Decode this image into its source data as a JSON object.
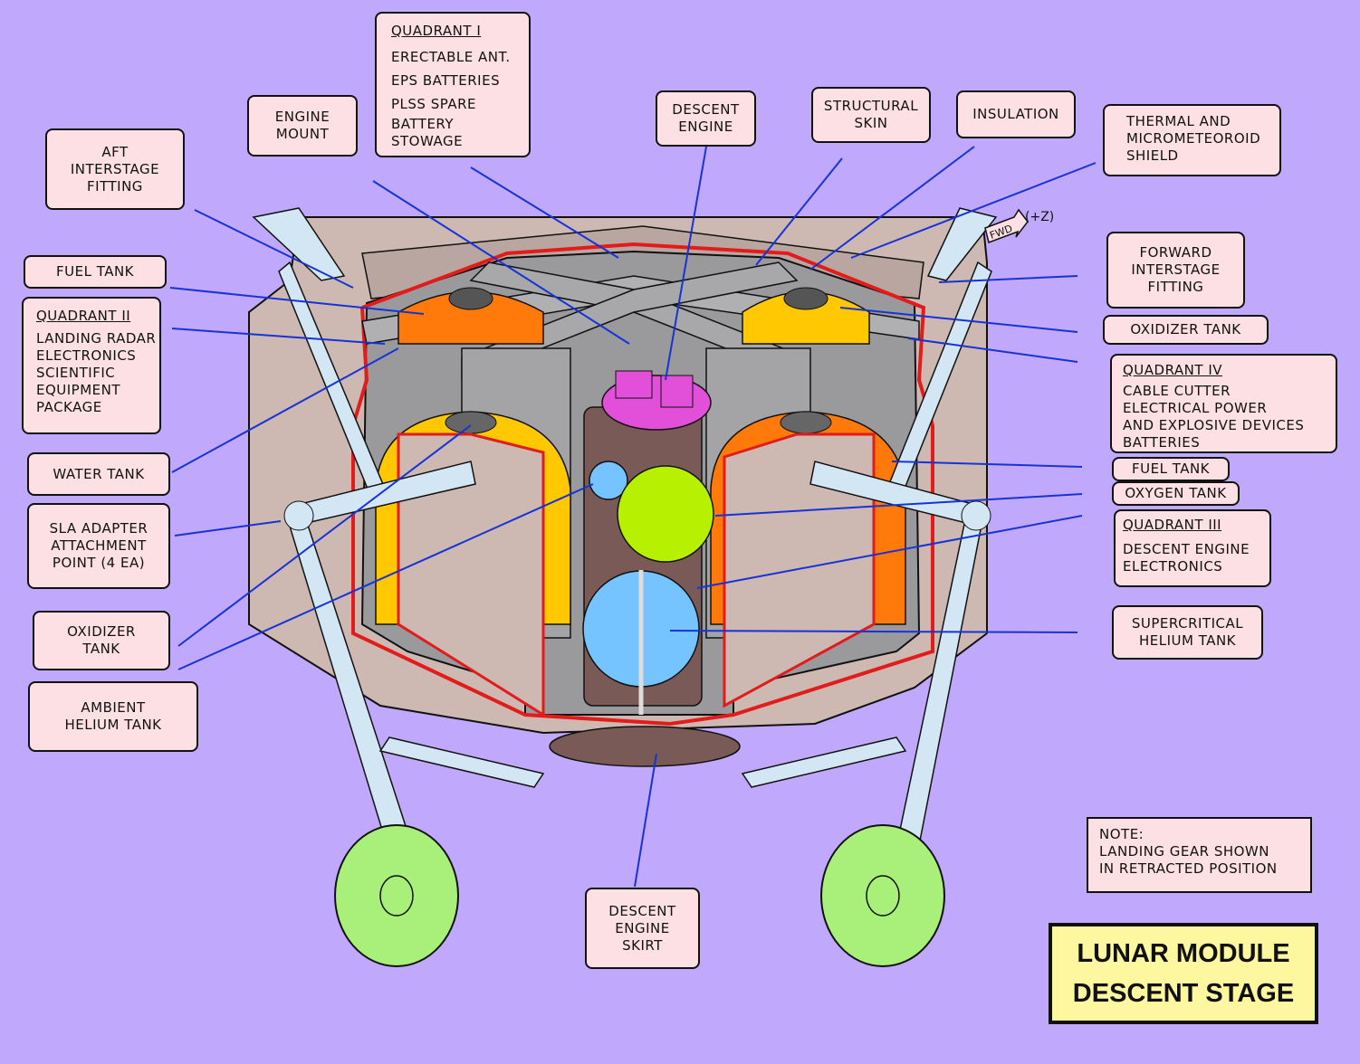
{
  "title": {
    "line1": "LUNAR MODULE",
    "line2": "DESCENT STAGE"
  },
  "fwd_marker": {
    "arrow_text": "FWD",
    "axis_text": "(+Z)"
  },
  "note": {
    "lines": [
      "NOTE:",
      "LANDING GEAR SHOWN",
      "IN RETRACTED POSITION"
    ]
  },
  "labels": {
    "aft_interstage_fitting": [
      "AFT",
      "INTERSTAGE",
      "FITTING"
    ],
    "engine_mount": [
      "ENGINE",
      "MOUNT"
    ],
    "quadrant_1": {
      "head": "QUADRANT  I",
      "lines": [
        "ERECTABLE ANT.",
        "EPS BATTERIES",
        "PLSS SPARE",
        "BATTERY",
        "STOWAGE"
      ]
    },
    "descent_engine": [
      "DESCENT",
      "ENGINE"
    ],
    "structural_skin": [
      "STRUCTURAL",
      "SKIN"
    ],
    "insulation": [
      "INSULATION"
    ],
    "thermal_shield": [
      "THERMAL  AND",
      "MICROMETEOROID",
      "SHIELD"
    ],
    "fuel_tank_left": [
      "FUEL TANK"
    ],
    "quadrant_2": {
      "head": "QUADRANT II",
      "lines": [
        "LANDING RADAR",
        "ELECTRONICS",
        "SCIENTIFIC",
        "EQUIPMENT",
        "PACKAGE"
      ]
    },
    "water_tank": [
      "WATER TANK"
    ],
    "sla_adapter": [
      "SLA ADAPTER",
      "ATTACHMENT",
      "POINT (4 EA)"
    ],
    "oxidizer_tank_left": [
      "OXIDIZER",
      "TANK"
    ],
    "ambient_helium_tank": [
      "AMBIENT",
      "HELIUM TANK"
    ],
    "forward_interstage_fitting": [
      "FORWARD",
      "INTERSTAGE",
      "FITTING"
    ],
    "oxidizer_tank_right": [
      "OXIDIZER TANK"
    ],
    "quadrant_4": {
      "head": "QUADRANT IV",
      "lines": [
        "CABLE CUTTER",
        "ELECTRICAL POWER",
        "AND EXPLOSIVE DEVICES",
        "BATTERIES"
      ]
    },
    "fuel_tank_right": [
      "FUEL TANK"
    ],
    "oxygen_tank": [
      "OXYGEN TANK"
    ],
    "quadrant_3": {
      "head": "QUADRANT III",
      "lines": [
        "DESCENT ENGINE",
        "ELECTRONICS"
      ]
    },
    "supercritical_helium_tank": [
      "SUPERCRITICAL",
      "HELIUM TANK"
    ],
    "descent_engine_skirt": [
      "DESCENT",
      "ENGINE",
      "SKIRT"
    ]
  },
  "colors": {
    "background": "#c0a8fd",
    "label_fill": "#fde0e4",
    "title_fill": "#fdf7a0",
    "leader_line": "#1733d6",
    "body_tan": "#cdb8b2",
    "bay_gray": "#9a9a9c",
    "fuel_tank_orange": "#ff7a0a",
    "oxidizer_tank_yellow": "#ffc800",
    "oxygen_tank_green": "#b7f000",
    "helium_tank_blue": "#76c4ff",
    "footpad_green": "#a8f07a",
    "engine_magenta": "#e24fd8",
    "insulation_red": "#e21b1b",
    "strut_blue": "#d2e6f4"
  }
}
